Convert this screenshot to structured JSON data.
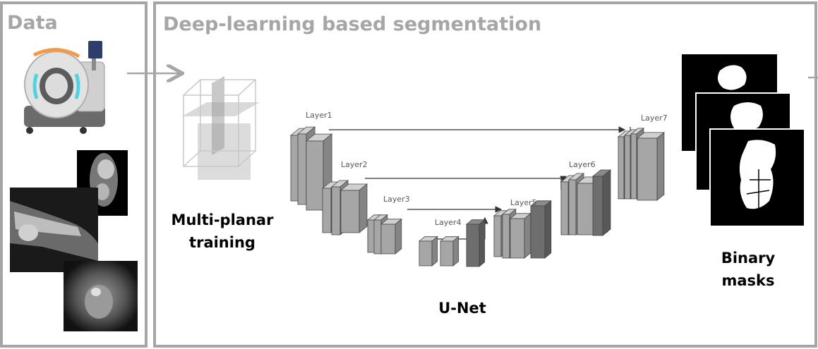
{
  "panels": {
    "data": {
      "title": "Data"
    },
    "segmentation": {
      "title": "Deep-learning based segmentation"
    }
  },
  "labels": {
    "multiplanar_line1": "Multi-planar",
    "multiplanar_line2": "training",
    "unet": "U-Net",
    "binary_line1": "Binary",
    "binary_line2": "masks"
  },
  "unet_layers": [
    "Layer1",
    "Layer2",
    "Layer3",
    "Layer4",
    "Layer5",
    "Layer6",
    "Layer7"
  ],
  "colors": {
    "panel_border": "#a6a6a6",
    "block_light": "#a6a6a6",
    "block_dark": "#6e6e6e",
    "mask_background": "#000000",
    "mask_foreground": "#ffffff"
  }
}
